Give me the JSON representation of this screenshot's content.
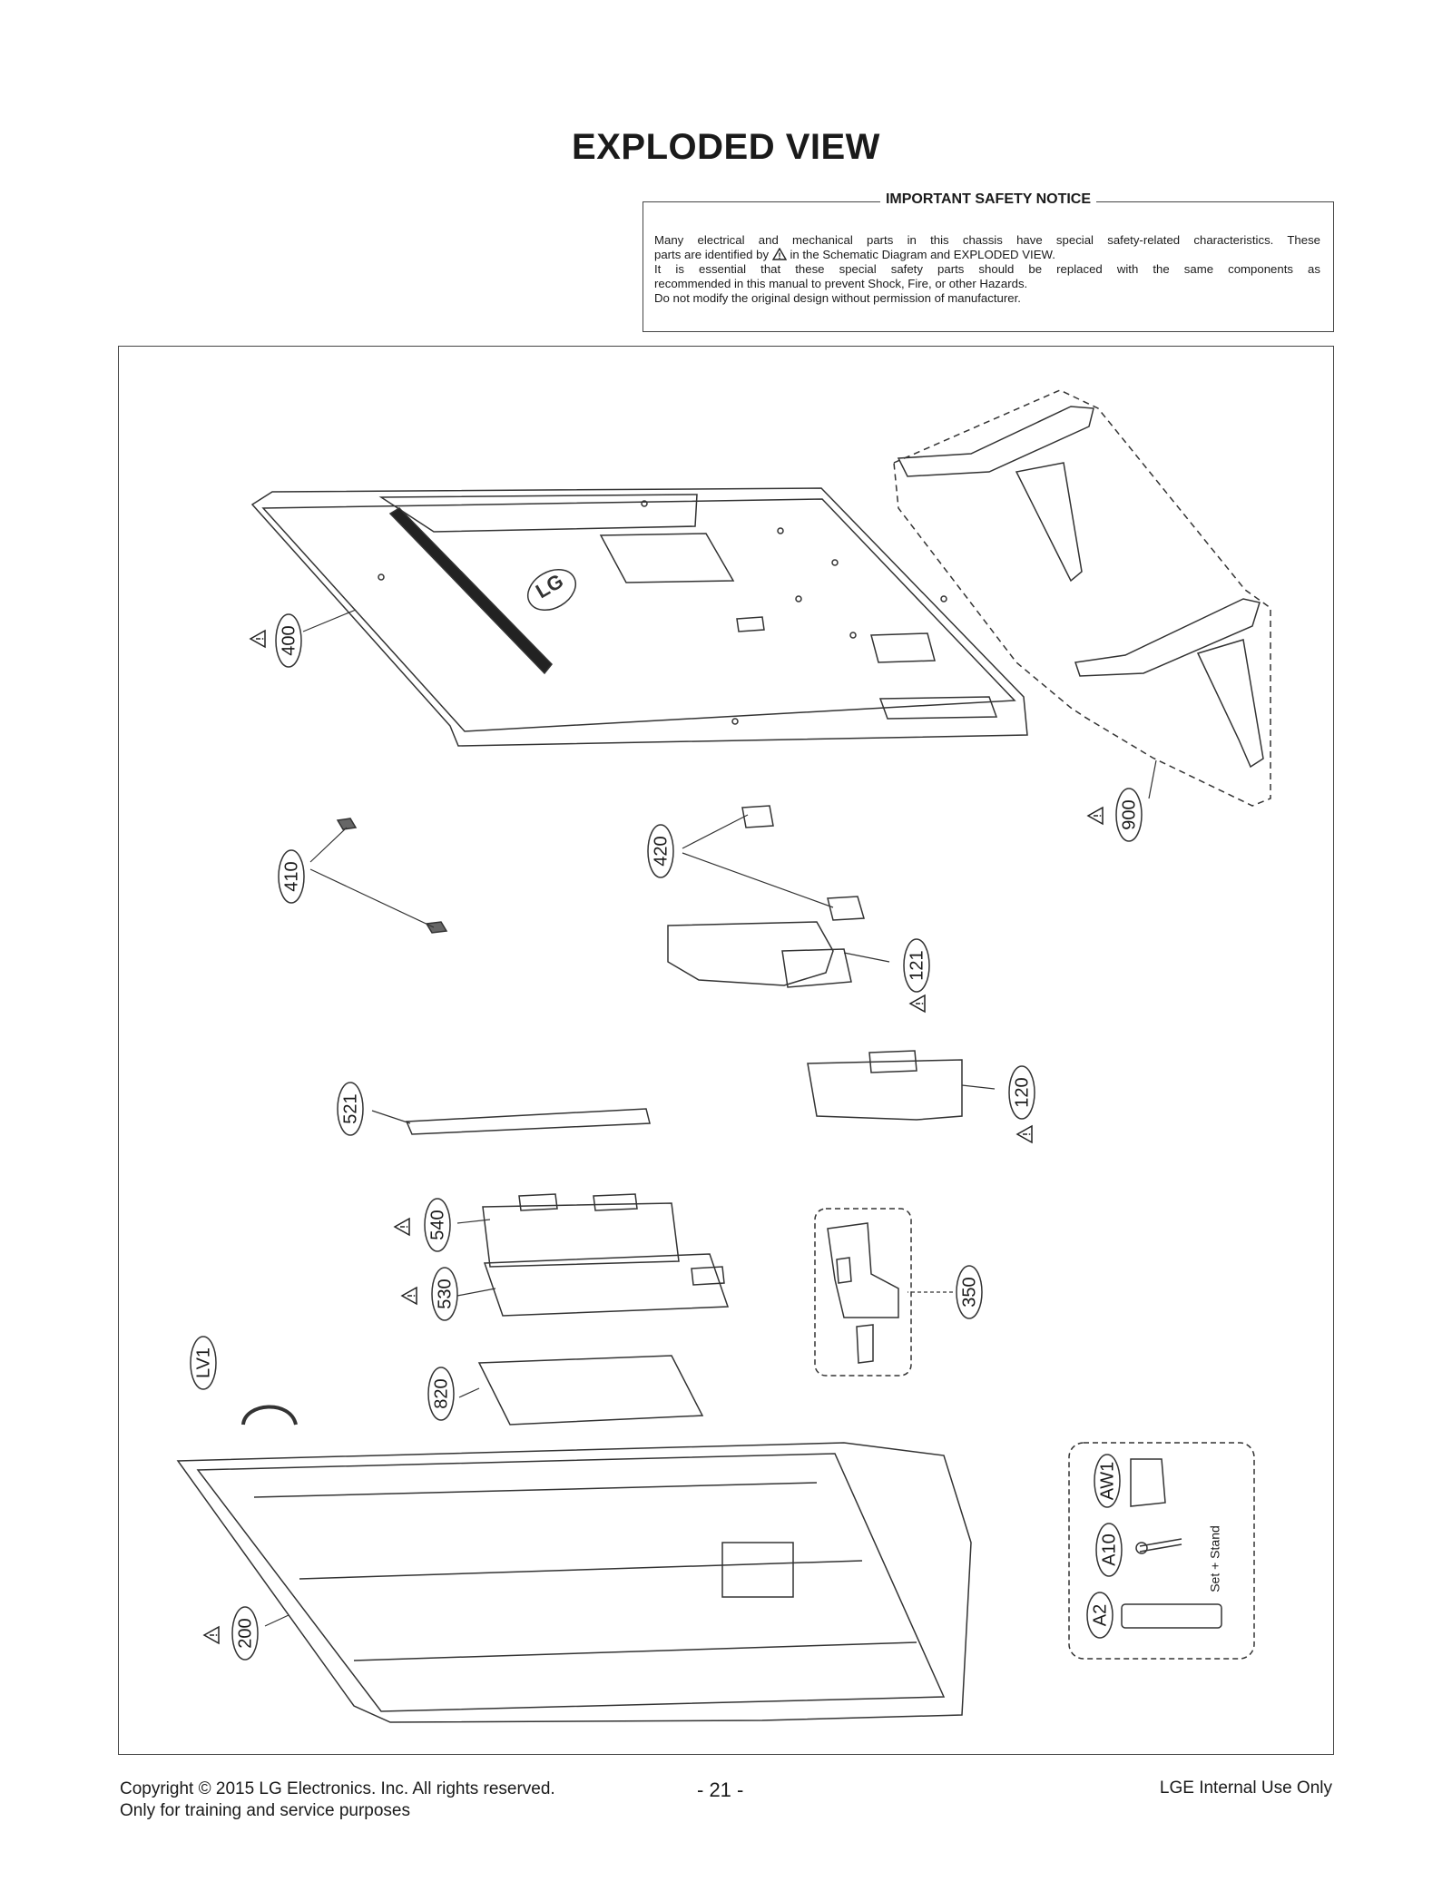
{
  "title": "EXPLODED VIEW",
  "notice": {
    "heading": "IMPORTANT SAFETY NOTICE",
    "line1": "Many electrical and mechanical parts in this chassis have special safety-related characteristics. These",
    "line2a": "parts are identified by",
    "line2b": "in the Schematic Diagram and EXPLODED VIEW.",
    "line3": "It is essential that these special safety parts should be replaced with the same components as",
    "line4": "recommended in this manual to prevent Shock, Fire, or other Hazards.",
    "line5": "Do not modify the original design without permission of manufacturer."
  },
  "parts": {
    "p400": "400",
    "p900": "900",
    "p410": "410",
    "p420": "420",
    "p121": "121",
    "p521": "521",
    "p120": "120",
    "p540": "540",
    "p530": "530",
    "p350": "350",
    "pLV1": "LV1",
    "p820": "820",
    "pAW1": "AW1",
    "pA10": "A10",
    "pA2": "A2",
    "p200": "200"
  },
  "accessory_note": "Set + Stand",
  "footer": {
    "copyright": "Copyright  © 2015 LG Electronics. Inc. All rights reserved.",
    "training": "Only for training and service purposes",
    "page": "- 21 -",
    "internal": "LGE Internal Use Only"
  }
}
